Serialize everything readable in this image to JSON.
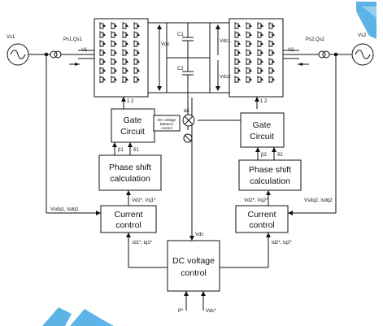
{
  "colors": {
    "line": "#111111",
    "block_fill": "#ffffff",
    "watermark": "#3fa6e0",
    "background": "#ffffff"
  },
  "blocks": {
    "gate_left": [
      "Gate",
      "Circuit"
    ],
    "gate_right": [
      "Gate",
      "Circuit"
    ],
    "phase_left": [
      "Phase shift",
      "calculation"
    ],
    "phase_right": [
      "Phase shift",
      "calculation"
    ],
    "current_left": [
      "Current",
      "control"
    ],
    "current_right": [
      "Current",
      "control"
    ],
    "dc_voltage": [
      "DC voltage",
      "control"
    ],
    "balance": [
      "DC voltage",
      "Balance",
      "control"
    ]
  },
  "labels": {
    "vs1": "Vs1",
    "ps1": "Ps1,Qs1",
    "v1": "V1",
    "vs2": "Vs2",
    "ps2": "Ps2,Qs2",
    "v2": "V2",
    "vdc": "Vdc",
    "vdc1": "Vdc1",
    "vdc2": "Vdc2",
    "c1": "C1",
    "c2": "C2",
    "g1": "1 2",
    "g2": "1 2",
    "beta1": "β1",
    "delta1": "δ1",
    "beta2": "β2",
    "delta2": "δ2",
    "vref1": "Vd1*, Vq1*",
    "vref2": "Vd2*, Vq2*",
    "imeas1": "Vsdq1, isdq1",
    "imeas2": "Vsdq2, isdq2",
    "iref1": "id1*, iq1*",
    "iref2": "Id2*, Iq2*",
    "vdc_meas": "Vdc",
    "in_p": "P*",
    "in_vdc": "Vdc*",
    "bal_sig": "dδ"
  }
}
